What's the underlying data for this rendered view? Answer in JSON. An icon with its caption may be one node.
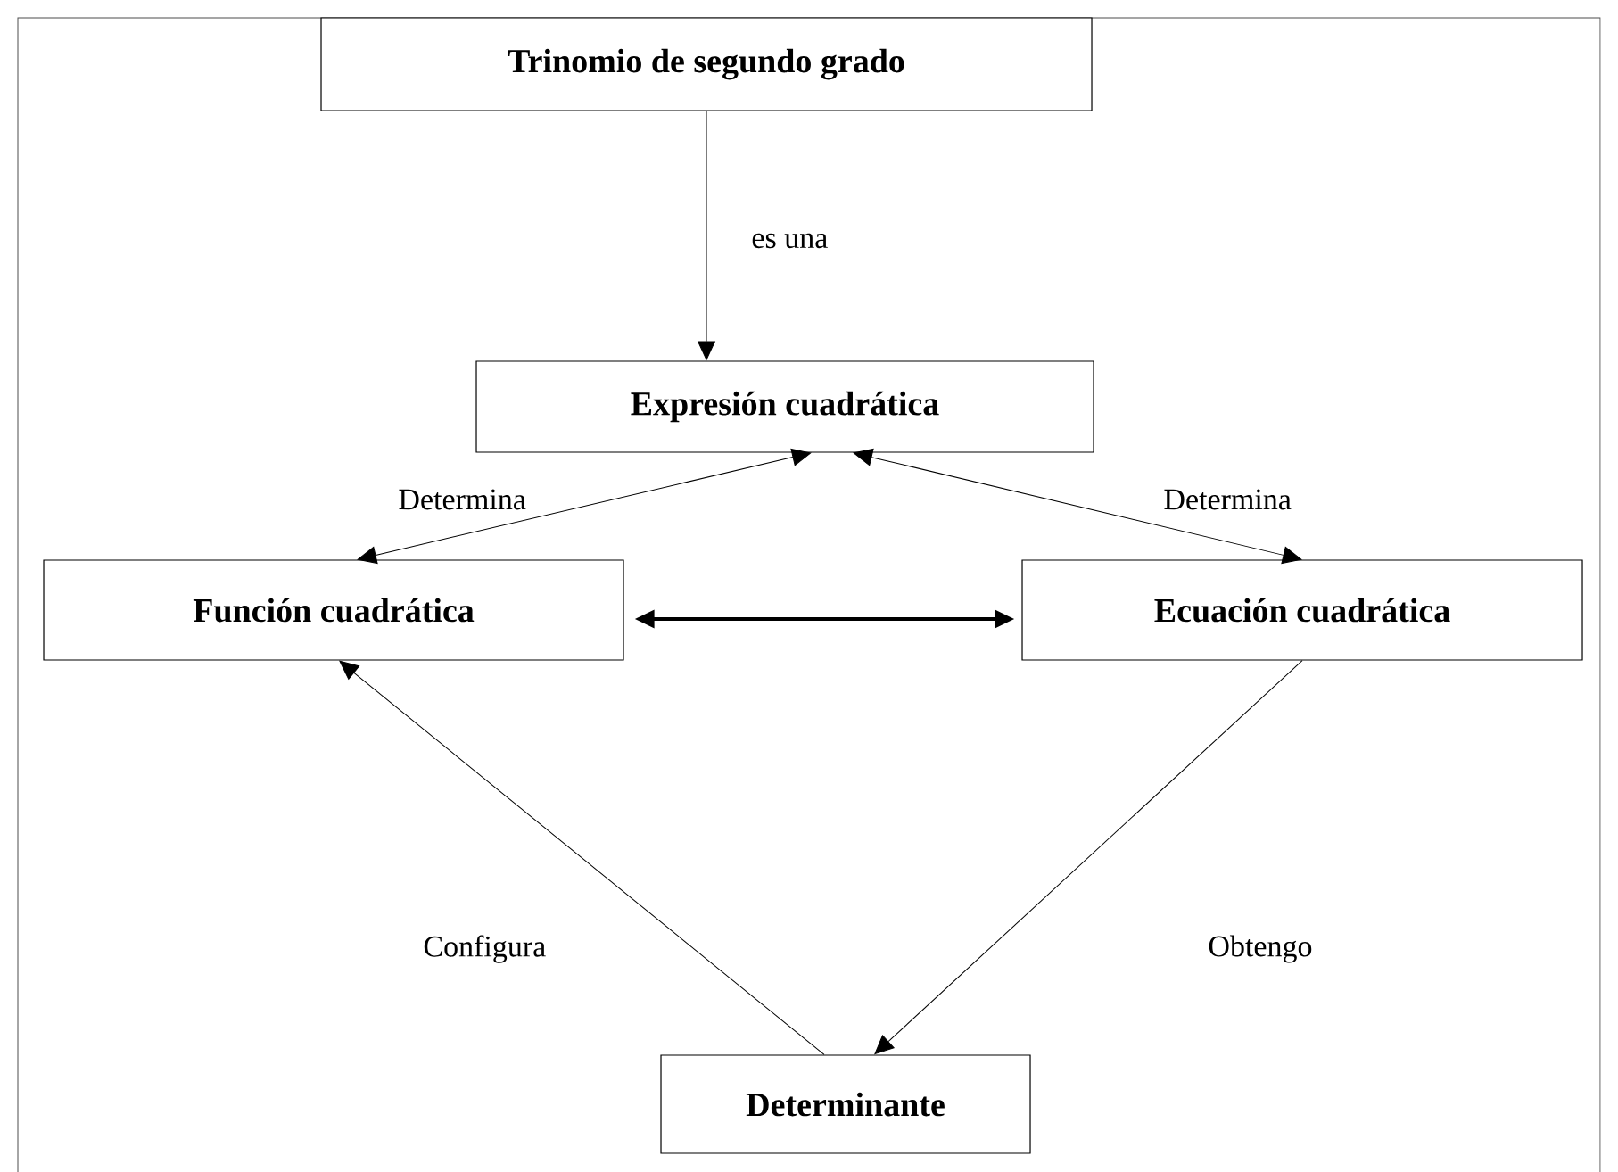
{
  "diagram": {
    "nodes": [
      {
        "text": [
          "Trinomio de  segundo grado"
        ]
      },
      {
        "text": [
          "Expresión cuadrática"
        ]
      },
      {
        "text": [
          "Función cuadrática"
        ]
      },
      {
        "text": [
          "Ecuación cuadrática"
        ]
      },
      {
        "text": [
          "Determinante"
        ]
      }
    ],
    "edges": [
      {
        "from": 0,
        "to": 1,
        "arrow": "to",
        "label": "es una"
      },
      {
        "from": 1,
        "to": 2,
        "arrow": "both",
        "label": "Determina"
      },
      {
        "from": 1,
        "to": 3,
        "arrow": "both",
        "label": "Determina"
      },
      {
        "from": 2,
        "to": 3,
        "arrow": "both",
        "style": "thick"
      },
      {
        "from": 4,
        "to": 2,
        "arrow": "to",
        "label": "Configura"
      },
      {
        "from": 3,
        "to": 4,
        "arrow": "to",
        "label": "Obtengo"
      }
    ]
  }
}
